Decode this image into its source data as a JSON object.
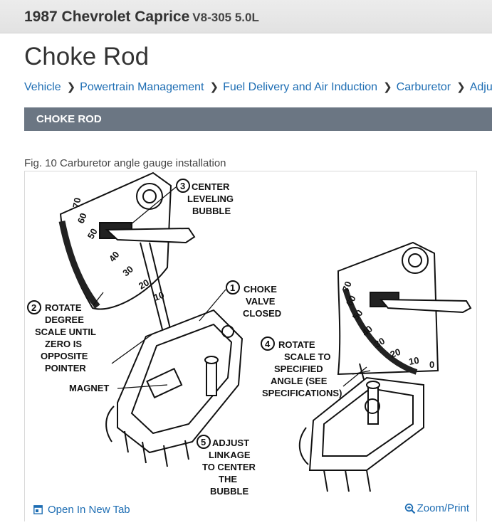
{
  "header": {
    "vehicle": "1987 Chevrolet Caprice",
    "engine": "V8-305 5.0L"
  },
  "page": {
    "title": "Choke Rod"
  },
  "breadcrumb": [
    "Vehicle",
    "Powertrain Management",
    "Fuel Delivery and Air Induction",
    "Carburetor",
    "Adjustments"
  ],
  "section": {
    "title": "CHOKE ROD"
  },
  "figure": {
    "caption": "Fig. 10 Carburetor angle gauge installation",
    "labels": {
      "l3a": "CENTER",
      "l3b": "LEVELING",
      "l3c": "BUBBLE",
      "l1a": "CHOKE",
      "l1b": "VALVE",
      "l1c": "CLOSED",
      "l2a": "ROTATE",
      "l2b": "DEGREE",
      "l2c": "SCALE UNTIL",
      "l2d": "ZERO IS",
      "l2e": "OPPOSITE",
      "l2f": "POINTER",
      "l4a": "ROTATE",
      "l4b": "SCALE TO",
      "l4c": "SPECIFIED",
      "l4d": "ANGLE (SEE",
      "l4e": "SPECIFICATIONS)",
      "magnet": "MAGNET",
      "l5a": "ADJUST",
      "l5b": "LINKAGE",
      "l5c": "TO CENTER",
      "l5d": "THE",
      "l5e": "BUBBLE"
    },
    "numbers": [
      "1",
      "2",
      "3",
      "4",
      "5"
    ],
    "scale_left": [
      "10",
      "20",
      "30",
      "40",
      "50",
      "60",
      "70"
    ],
    "scale_right": [
      "0",
      "10",
      "20",
      "30",
      "40",
      "50",
      "60",
      "70"
    ],
    "open_tab": "Open In New Tab",
    "zoom": "Zoom/Print"
  }
}
